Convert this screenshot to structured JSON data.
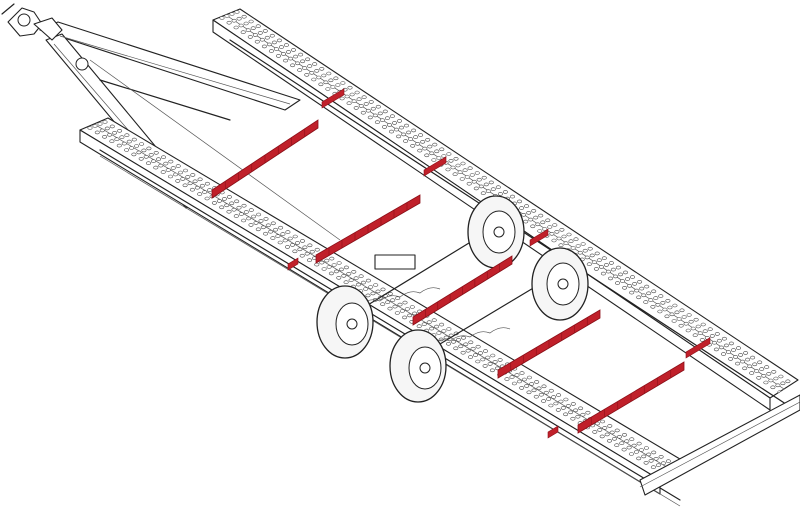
{
  "drawing": {
    "subject": "tilting-car-trailer",
    "view": "isometric",
    "colors": {
      "line": "#222222",
      "background": "#ffffff",
      "highlight": "#c0202a",
      "highlight_dark": "#8e1019"
    },
    "highlight_count": 11,
    "wheel_count": 4
  }
}
